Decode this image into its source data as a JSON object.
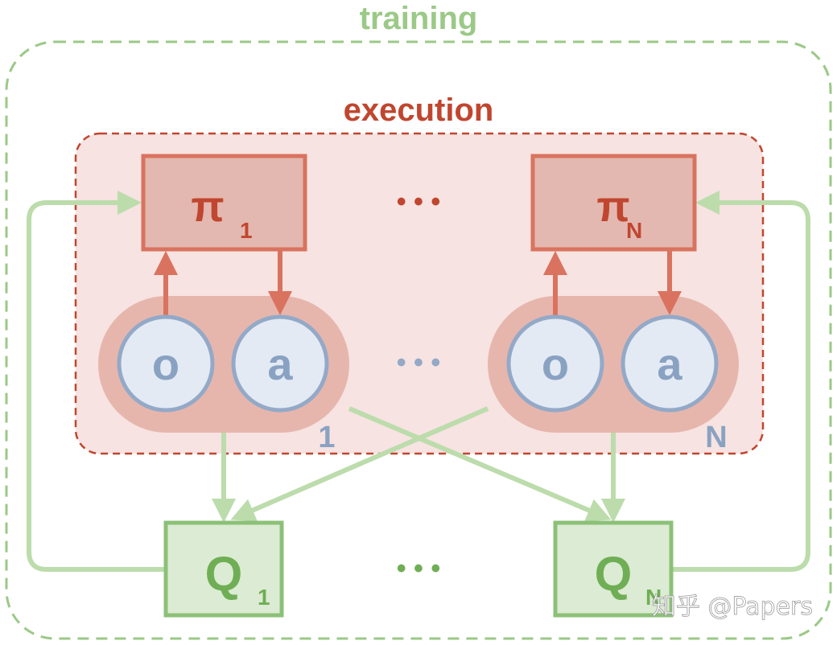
{
  "training": {
    "title": "training",
    "color": "#9bc987"
  },
  "execution": {
    "title": "execution",
    "color": "#c0462f",
    "fill": "#f7e3e1"
  },
  "policies": [
    {
      "symbol": "π",
      "subscript": "1"
    },
    {
      "symbol": "π",
      "subscript": "N"
    }
  ],
  "agents": [
    {
      "obs": "o",
      "act": "a",
      "index": "1"
    },
    {
      "obs": "o",
      "act": "a",
      "index": "N"
    }
  ],
  "critics": [
    {
      "symbol": "Q",
      "subscript": "1"
    },
    {
      "symbol": "Q",
      "subscript": "N"
    }
  ],
  "ellipsis": {
    "policy": "• • •",
    "agent": "• • •",
    "critic": "• • •"
  },
  "colors": {
    "policy_fill": "#e3b8b0",
    "policy_stroke": "#d9735f",
    "agent_blob": "#e6b6ad",
    "circle_fill": "#e3eaf3",
    "circle_stroke": "#93a9c7",
    "circle_text": "#8aa2c2",
    "q_fill": "#dcebd3",
    "q_stroke": "#8cc078",
    "q_text": "#6fae55",
    "green_arrow": "#bcdcac",
    "red_arrow": "#d9735f"
  },
  "watermark": "知乎 @Papers"
}
